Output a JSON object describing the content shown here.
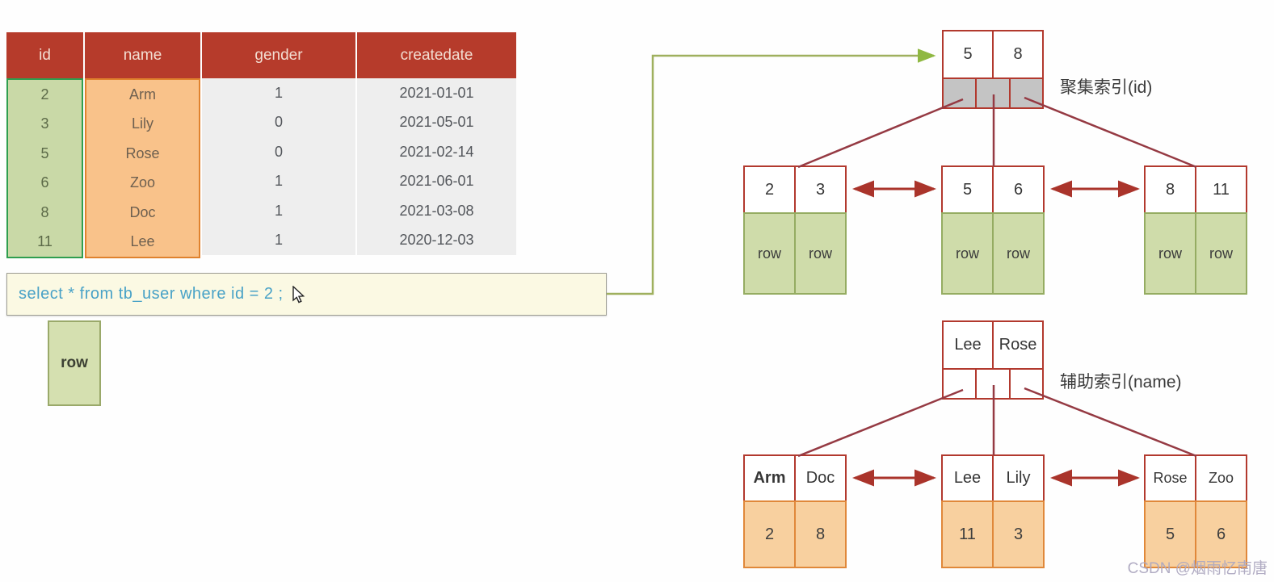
{
  "table": {
    "columns": [
      "id",
      "name",
      "gender",
      "createdate"
    ],
    "rows": [
      [
        "2",
        "Arm",
        "1",
        "2021-01-01"
      ],
      [
        "3",
        "Lily",
        "0",
        "2021-05-01"
      ],
      [
        "5",
        "Rose",
        "0",
        "2021-02-14"
      ],
      [
        "6",
        "Zoo",
        "1",
        "2021-06-01"
      ],
      [
        "8",
        "Doc",
        "1",
        "2021-03-08"
      ],
      [
        "11",
        "Lee",
        "1",
        "2020-12-03"
      ]
    ]
  },
  "sql": {
    "text": "select * from tb_user where id = 2 ;"
  },
  "legend": {
    "row_label": "row"
  },
  "clustered": {
    "label": "聚集索引(id)",
    "root_keys": [
      "5",
      "8"
    ],
    "leaves": [
      {
        "keys": [
          "2",
          "3"
        ],
        "values": [
          "row",
          "row"
        ]
      },
      {
        "keys": [
          "5",
          "6"
        ],
        "values": [
          "row",
          "row"
        ]
      },
      {
        "keys": [
          "8",
          "11"
        ],
        "values": [
          "row",
          "row"
        ]
      }
    ]
  },
  "secondary": {
    "label": "辅助索引(name)",
    "root_keys": [
      "Lee",
      "Rose"
    ],
    "leaves": [
      {
        "keys": [
          "Arm",
          "Doc"
        ],
        "values": [
          "2",
          "8"
        ]
      },
      {
        "keys": [
          "Lee",
          "Lily"
        ],
        "values": [
          "11",
          "3"
        ]
      },
      {
        "keys": [
          "Rose",
          "Zoo"
        ],
        "values": [
          "5",
          "6"
        ]
      }
    ]
  },
  "watermark": "CSDN @烟雨忆南唐",
  "colors": {
    "table_header": "#b63b2b",
    "id_column_fill": "#c9d9a7",
    "id_column_border": "#2f9e4f",
    "name_column_fill": "#f9c28a",
    "name_column_border": "#e0822e",
    "gray_column_fill": "#eeeeee",
    "sql_box_fill": "#fbf9e3",
    "sql_text": "#49a2c7",
    "node_border_red": "#b2392e",
    "tree_line_maroon": "#953a43",
    "leaf_link_arrow": "#aa342b",
    "row_cell_fill": "#cfdcaa",
    "row_cell_border": "#95ac62",
    "value_cell_fill": "#f8d09f",
    "value_cell_border": "#e0883a",
    "pointer_cell_gray": "#c4c4c4",
    "query_arrow_green": "#9fb05e"
  }
}
